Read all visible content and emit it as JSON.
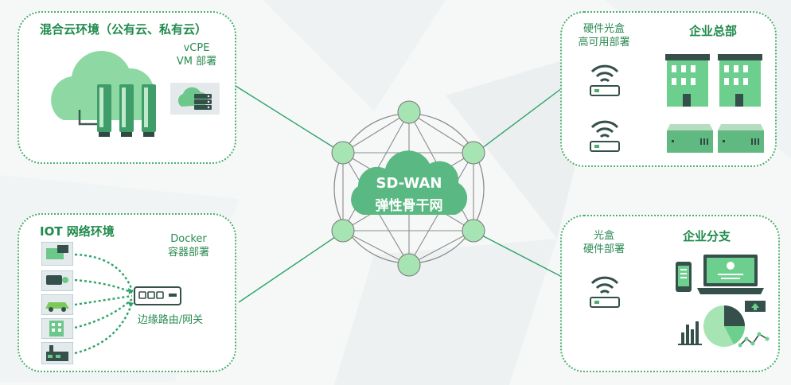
{
  "colors": {
    "accent": "#5cc47f",
    "accent_dark": "#2f9a5a",
    "node_fill": "#a6e4b4",
    "line": "#888888",
    "connector": "#2ea36a"
  },
  "center": {
    "title": "SD-WAN",
    "subtitle": "弹性骨干网"
  },
  "hybrid_cloud": {
    "title": "混合云环境（公有云、私有云）",
    "vcpe_line1": "vCPE",
    "vcpe_line2": "VM 部署",
    "icons": [
      "cloud-servers-icon",
      "cloud-server-icon"
    ]
  },
  "iot": {
    "title": "IOT 网络环境",
    "docker_line1": "Docker",
    "docker_line2": "容器部署",
    "edge_label": "边缘路由/网关",
    "devices": [
      "router-device-icon",
      "camera-icon",
      "car-icon",
      "building-icon",
      "factory-icon"
    ]
  },
  "hq": {
    "title": "企业总部",
    "hw_line1": "硬件光盒",
    "hw_line2": "高可用部署",
    "icons": [
      "wifi-router-icon",
      "wifi-router-icon",
      "office-building-icon",
      "server-box-icon"
    ]
  },
  "branch": {
    "title": "企业分支",
    "box_line1": "光盒",
    "box_line2": "硬件部署",
    "icons": [
      "wifi-router-icon",
      "phone-icon",
      "laptop-icon",
      "pie-chart-icon",
      "bar-chart-icon",
      "trend-icon"
    ]
  }
}
